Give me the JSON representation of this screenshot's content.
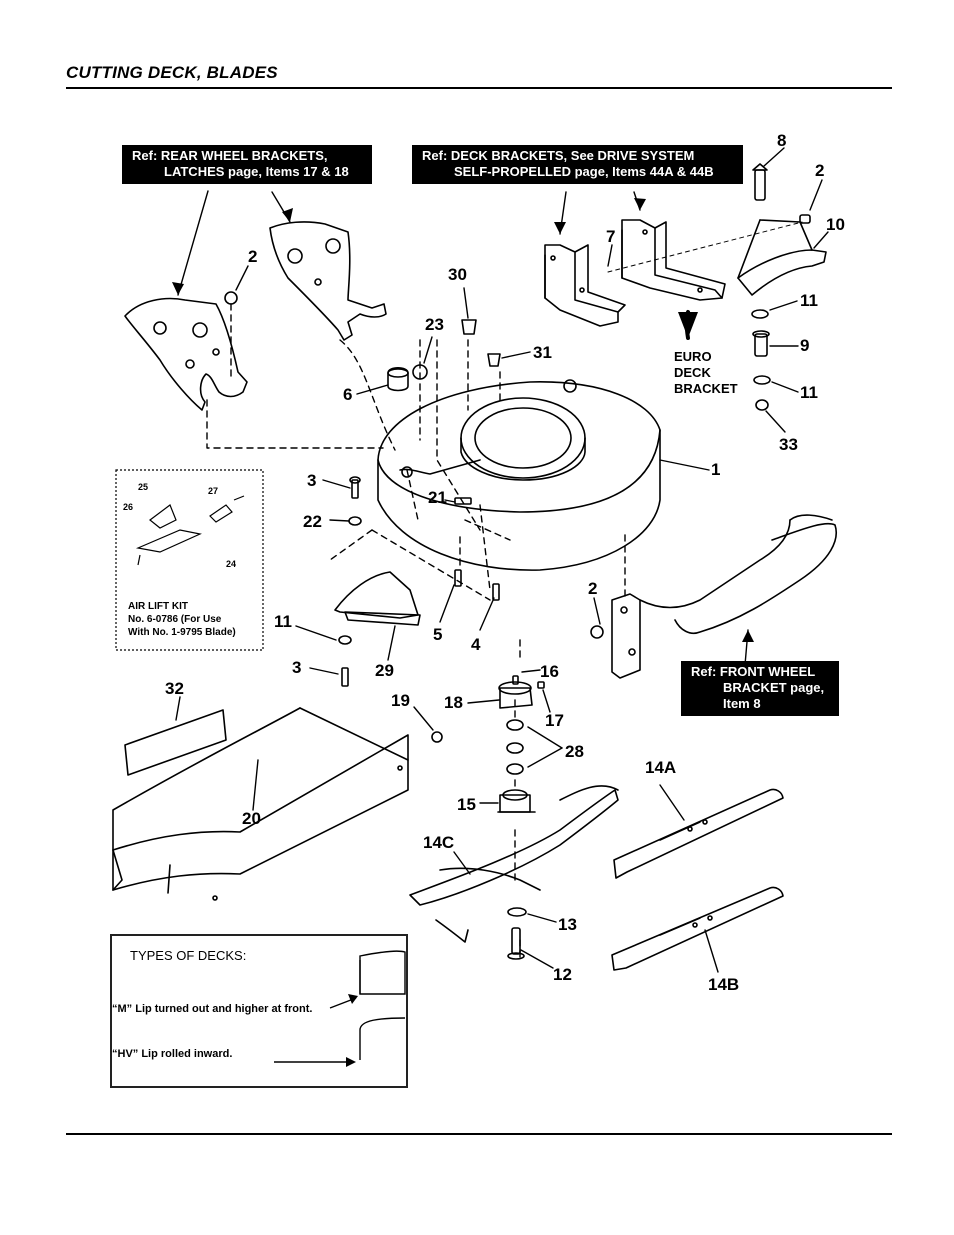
{
  "header": {
    "title": "CUTTING DECK, BLADES"
  },
  "callouts": {
    "rear_wheel": {
      "line1": "Ref: REAR WHEEL BRACKETS,",
      "line2": "LATCHES page, Items 17 & 18"
    },
    "deck_brackets": {
      "line1": "Ref: DECK BRACKETS, See DRIVE SYSTEM",
      "line2": "SELF-PROPELLED page, Items 44A & 44B"
    },
    "front_wheel": {
      "line1": "Ref: FRONT WHEEL",
      "line2": "BRACKET page,",
      "line3": "Item 8"
    }
  },
  "euro_bracket": {
    "line1": "EURO",
    "line2": "DECK",
    "line3": "BRACKET"
  },
  "air_lift_kit": {
    "line1": "AIR LIFT KIT",
    "line2": "No. 6-0786 (For Use",
    "line3": "With No. 1-9795 Blade)",
    "parts": {
      "p24": "24",
      "p25": "25",
      "p26": "26",
      "p27": "27"
    }
  },
  "parts": {
    "p1": "1",
    "p2a": "2",
    "p2b": "2",
    "p2c": "2",
    "p3a": "3",
    "p3b": "3",
    "p4": "4",
    "p5": "5",
    "p6": "6",
    "p7": "7",
    "p8": "8",
    "p9": "9",
    "p10": "10",
    "p11a": "11",
    "p11b": "11",
    "p11c": "11",
    "p12": "12",
    "p13": "13",
    "p14a": "14A",
    "p14b": "14B",
    "p14c": "14C",
    "p15": "15",
    "p16": "16",
    "p17": "17",
    "p18": "18",
    "p19": "19",
    "p20": "20",
    "p21": "21",
    "p22": "22",
    "p23": "23",
    "p28": "28",
    "p29": "29",
    "p30": "30",
    "p31": "31",
    "p32": "32",
    "p33": "33"
  },
  "deck_types": {
    "title": "TYPES OF DECKS:",
    "m_desc": "“M” Lip turned out and higher at front.",
    "hv_desc": "“HV” Lip rolled inward."
  }
}
